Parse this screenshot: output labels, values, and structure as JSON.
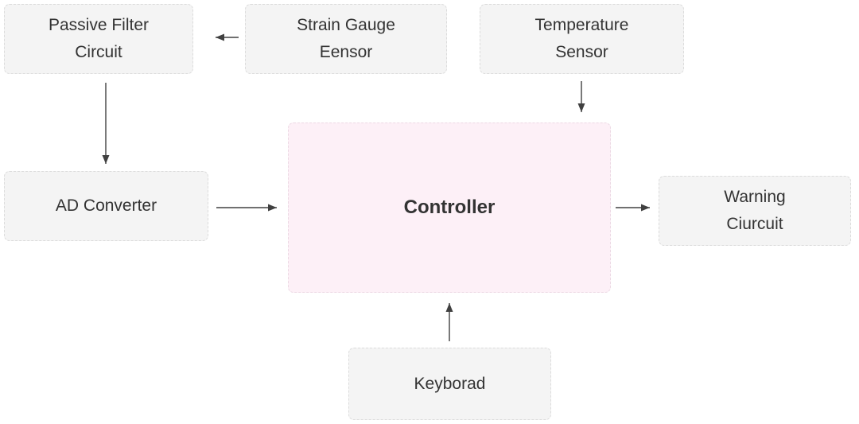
{
  "diagram": {
    "type": "block-diagram",
    "nodes": {
      "passive_filter": {
        "lines": [
          "Passive Filter",
          "Circuit"
        ]
      },
      "strain_gauge": {
        "lines": [
          "Strain Gauge",
          "Eensor"
        ]
      },
      "temperature": {
        "lines": [
          "Temperature",
          "Sensor"
        ]
      },
      "ad_converter": {
        "lines": [
          "AD Converter"
        ]
      },
      "controller": {
        "lines": [
          "Controller"
        ]
      },
      "warning": {
        "lines": [
          "Warning",
          "Ciurcuit"
        ]
      },
      "keyboard": {
        "lines": [
          "Keyborad"
        ]
      }
    },
    "edges": [
      {
        "from": "Strain Gauge Eensor",
        "to": "Passive Filter Circuit"
      },
      {
        "from": "Passive Filter Circuit",
        "to": "AD Converter"
      },
      {
        "from": "Temperature Sensor",
        "to": "Controller"
      },
      {
        "from": "AD Converter",
        "to": "Controller"
      },
      {
        "from": "Controller",
        "to": "Warning Ciurcuit"
      },
      {
        "from": "Keyborad",
        "to": "Controller"
      }
    ]
  },
  "colors": {
    "node_fill": "#f4f4f4",
    "node_border": "#dcdcdc",
    "controller_fill": "#fdf0f7",
    "controller_border": "#ecd9e4",
    "text_color": "#333333",
    "arrow_color": "#404040",
    "canvas_bg": "#ffffff"
  }
}
